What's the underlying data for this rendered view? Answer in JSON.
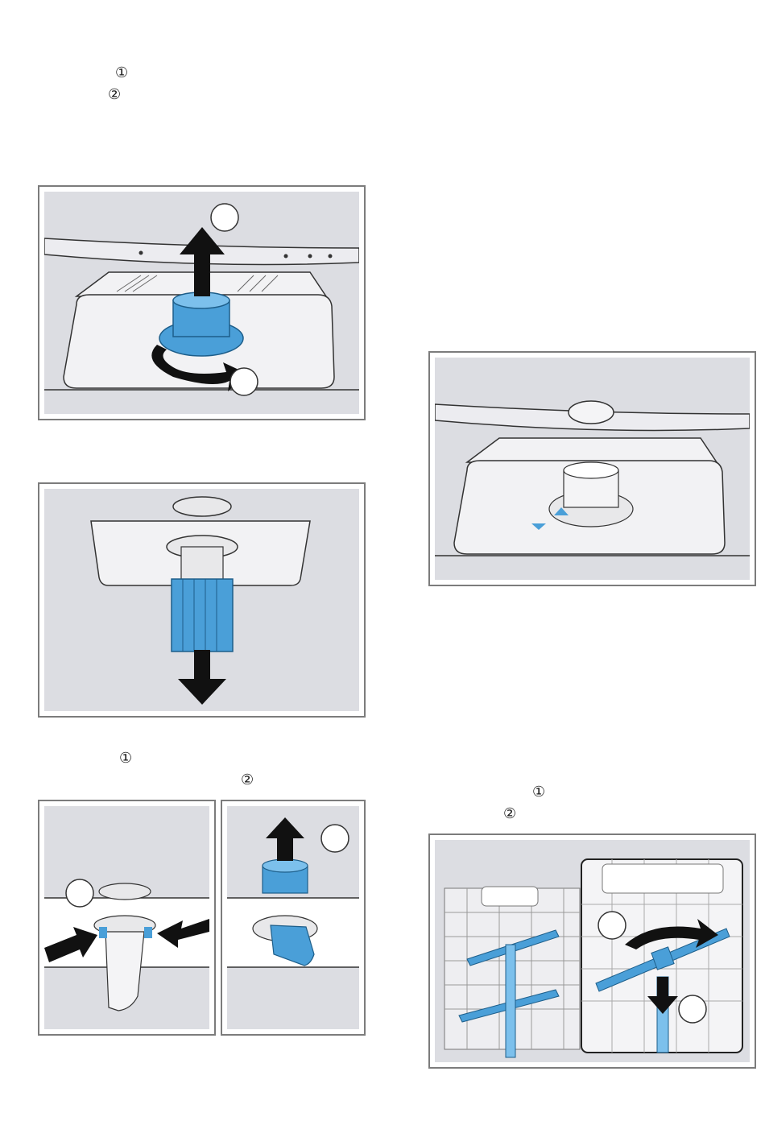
{
  "markers": {
    "top_1": "①",
    "top_2": "②",
    "mid_1": "①",
    "mid_2": "②",
    "right_1": "①",
    "right_2": "②"
  },
  "colors": {
    "panel_bg": "#dcdde2",
    "frame": "#7c7c7c",
    "accent_blue": "#4a9fd8",
    "arrow": "#111111",
    "light_part": "#f2f2f4"
  },
  "icons": [
    "up-arrow-icon",
    "rotate-arrow-icon",
    "down-arrow-icon",
    "triangle-marker-icon",
    "callout-circle-icon"
  ]
}
